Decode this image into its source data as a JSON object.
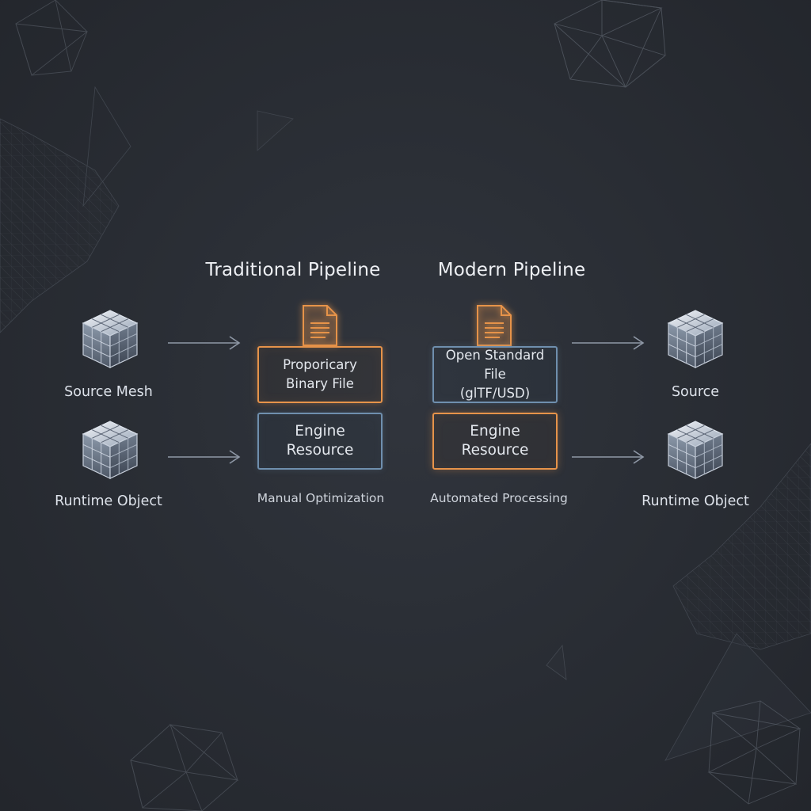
{
  "headings": {
    "traditional": "Traditional Pipeline",
    "modern": "Modern Pipeline"
  },
  "left_nodes": {
    "source": "Source Mesh",
    "runtime": "Runtime Object"
  },
  "right_nodes": {
    "source": "Source",
    "runtime": "Runtime Object"
  },
  "traditional": {
    "file_box": [
      "Proporicary",
      "Binary File"
    ],
    "engine_box": [
      "Engine",
      "Resource"
    ],
    "caption": "Manual Optimization"
  },
  "modern": {
    "file_box": [
      "Open Standard File",
      "(glTF/USD)"
    ],
    "engine_box": [
      "Engine",
      "Resource"
    ],
    "caption": "Automated Processing"
  },
  "icons": {
    "node": "cube-icon",
    "file": "document-icon",
    "arrow": "arrow-right-icon"
  },
  "colors": {
    "background": "#2a2e35",
    "accent_orange": "#e6934a",
    "accent_blue": "#6f8fae",
    "text": "#e2e6ec",
    "wireframe": "#5a616c"
  }
}
